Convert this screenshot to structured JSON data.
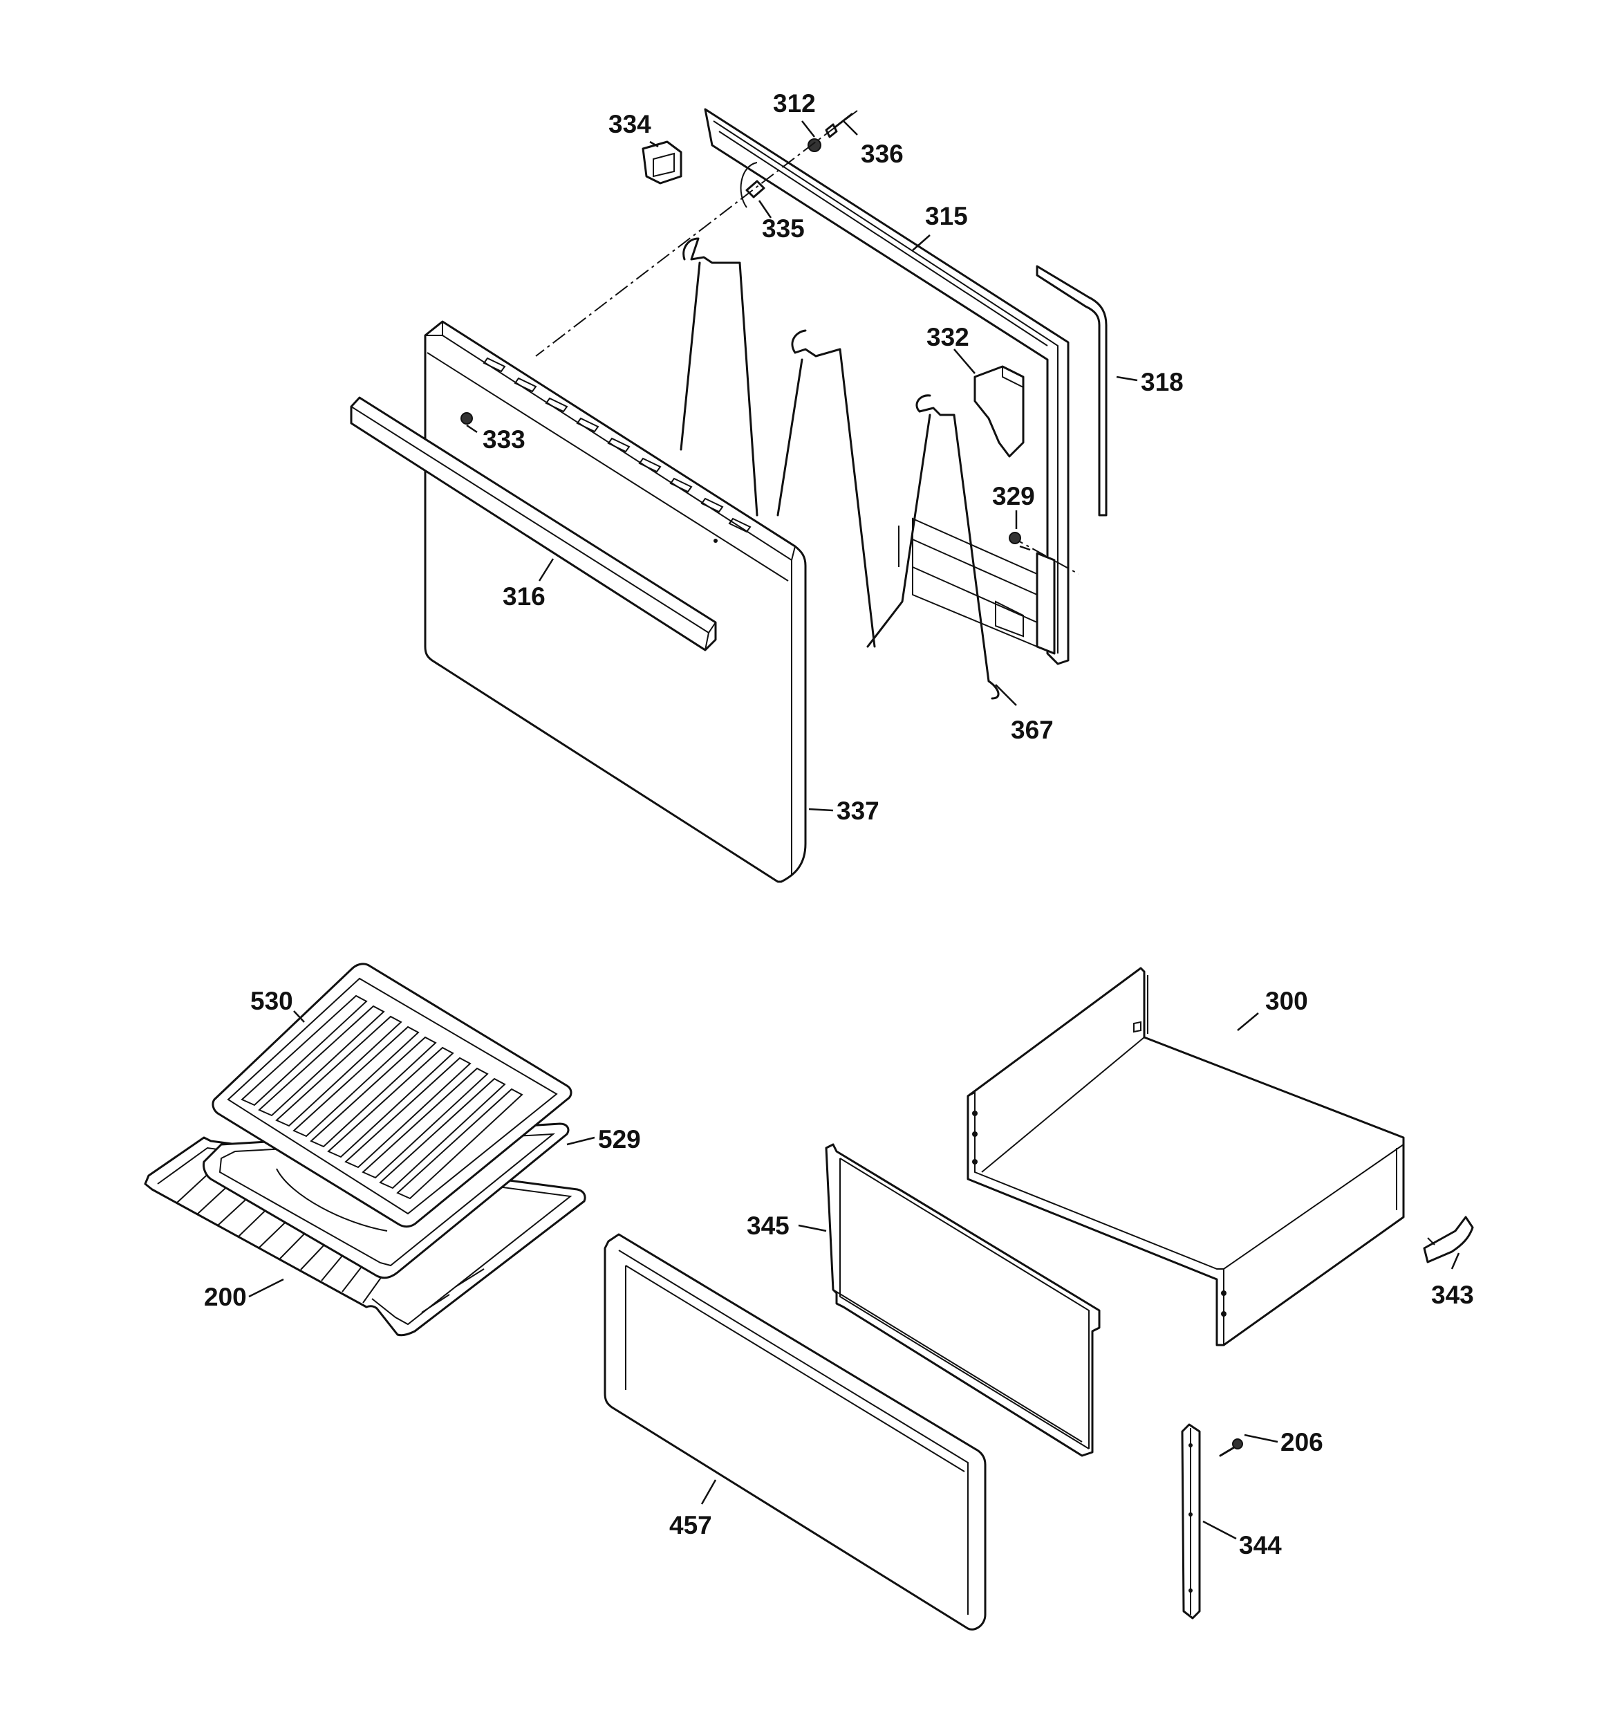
{
  "diagram": {
    "callouts": {
      "p312": "312",
      "p334": "334",
      "p336": "336",
      "p335": "335",
      "p315": "315",
      "p332": "332",
      "p318": "318",
      "p333": "333",
      "p329": "329",
      "p316": "316",
      "p367": "367",
      "p337": "337",
      "p530": "530",
      "p300": "300",
      "p529": "529",
      "p345": "345",
      "p343": "343",
      "p200": "200",
      "p206": "206",
      "p457": "457",
      "p344": "344"
    }
  }
}
